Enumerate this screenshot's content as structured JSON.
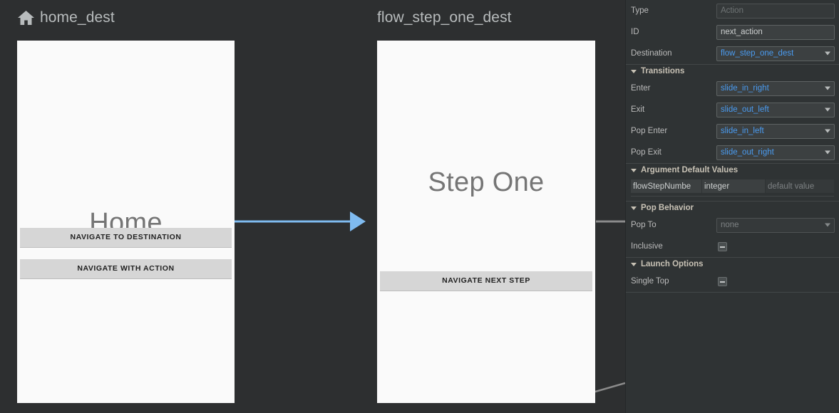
{
  "canvas": {
    "background_color": "#2d2f30",
    "destinations": [
      {
        "id": "home_dest",
        "title": "home_dest",
        "icon": "home-icon",
        "is_start_destination": true,
        "screen": {
          "heading": "Home",
          "background_color": "#fafafa",
          "buttons": [
            {
              "label": "NAVIGATE TO DESTINATION"
            },
            {
              "label": "NAVIGATE WITH ACTION"
            }
          ]
        }
      },
      {
        "id": "flow_step_one_dest",
        "title": "flow_step_one_dest",
        "icon": null,
        "is_start_destination": false,
        "screen": {
          "heading": "Step One",
          "background_color": "#fafafa",
          "buttons": [
            {
              "label": "NAVIGATE NEXT STEP"
            }
          ]
        }
      }
    ],
    "connections": [
      {
        "from": "home_dest",
        "to": "flow_step_one_dest",
        "selected": true,
        "color": "#7fbbf0"
      },
      {
        "from": "flow_step_one_dest",
        "to": "offscreen-right",
        "selected": false,
        "color": "#8b8b8b"
      },
      {
        "from": "flow_step_one_dest",
        "to": "offscreen-bottom-right",
        "selected": false,
        "color": "#8b8b8b"
      }
    ]
  },
  "panel": {
    "accent_color": "#4a9bf0",
    "section_color": "#c8c2b5",
    "background_color": "#2f3334",
    "properties": [
      {
        "label": "Type",
        "value": "Action",
        "kind": "readonly-text"
      },
      {
        "label": "ID",
        "value": "next_action",
        "kind": "text"
      },
      {
        "label": "Destination",
        "value": "flow_step_one_dest",
        "kind": "combo"
      }
    ],
    "transitions": {
      "title": "Transitions",
      "rows": [
        {
          "label": "Enter",
          "value": "slide_in_right",
          "kind": "combo"
        },
        {
          "label": "Exit",
          "value": "slide_out_left",
          "kind": "combo"
        },
        {
          "label": "Pop Enter",
          "value": "slide_in_left",
          "kind": "combo"
        },
        {
          "label": "Pop Exit",
          "value": "slide_out_right",
          "kind": "combo"
        }
      ]
    },
    "argument_default_values": {
      "title": "Argument Default Values",
      "rows": [
        {
          "name": "flowStepNumbe",
          "type": "integer",
          "default_value": "default value"
        }
      ]
    },
    "pop_behavior": {
      "title": "Pop Behavior",
      "pop_to": {
        "label": "Pop To",
        "value": "none",
        "kind": "combo-disabled"
      },
      "inclusive": {
        "label": "Inclusive",
        "state": "indeterminate"
      }
    },
    "launch_options": {
      "title": "Launch Options",
      "single_top": {
        "label": "Single Top",
        "state": "indeterminate"
      }
    }
  }
}
